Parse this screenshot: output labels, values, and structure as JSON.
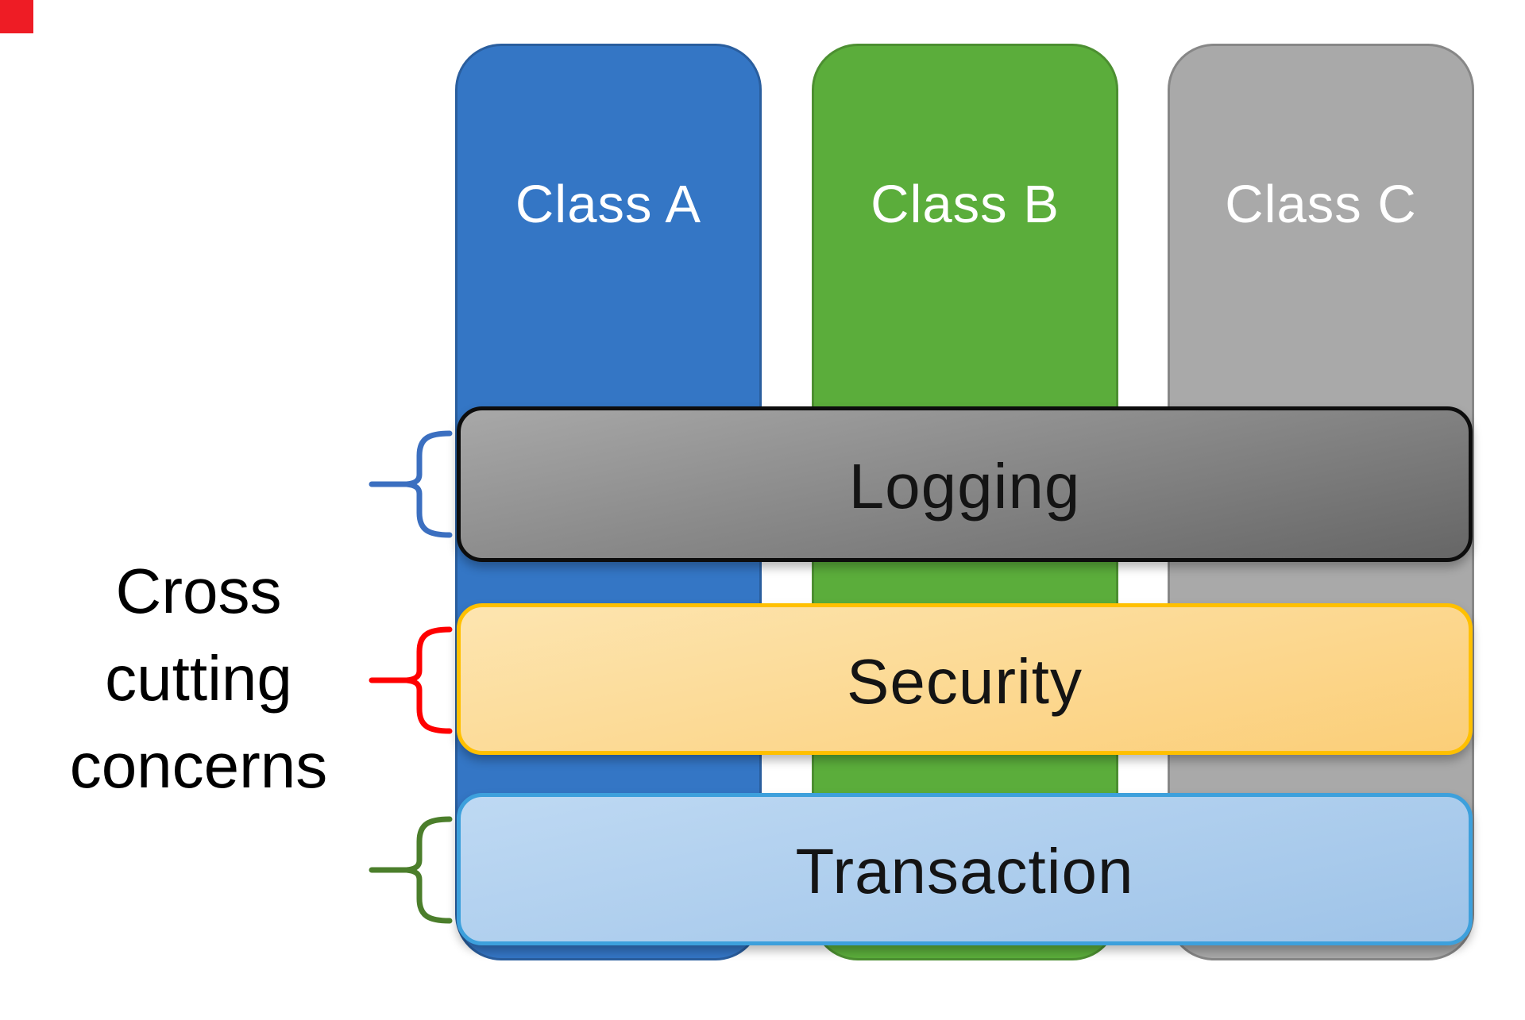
{
  "diagram_title": "Cross cutting concerns",
  "corner_marker": {
    "color": "#ee1c25"
  },
  "columns": [
    {
      "label": "Class A",
      "fill": "#3476c5",
      "border": "#2a5e9e",
      "text_color": "#ffffff"
    },
    {
      "label": "Class B",
      "fill": "#5bad3b",
      "border": "#4c8f31",
      "text_color": "#ffffff"
    },
    {
      "label": "Class C",
      "fill": "#a9a9a9",
      "border": "#878787",
      "text_color": "#ffffff"
    }
  ],
  "bars": [
    {
      "label": "Logging",
      "fill_top": "#a8a8a8",
      "fill_bottom": "#666666",
      "border": "#0d0d0d",
      "text_color": "#141414"
    },
    {
      "label": "Security",
      "fill_top": "#fde5b0",
      "fill_bottom": "#fbce78",
      "border": "#ffc000",
      "text_color": "#141414"
    },
    {
      "label": "Transaction",
      "fill_top": "#bed9f3",
      "fill_bottom": "#9ec3e8",
      "border": "#3da0dc",
      "text_color": "#141414"
    }
  ],
  "braces": [
    {
      "target": "Logging",
      "color": "#3b6fc0"
    },
    {
      "target": "Security",
      "color": "#fe0000"
    },
    {
      "target": "Transaction",
      "color": "#4b7e2b"
    }
  ],
  "side_label": {
    "lines": [
      "Cross",
      "cutting",
      "concerns"
    ],
    "color": "#000000"
  }
}
